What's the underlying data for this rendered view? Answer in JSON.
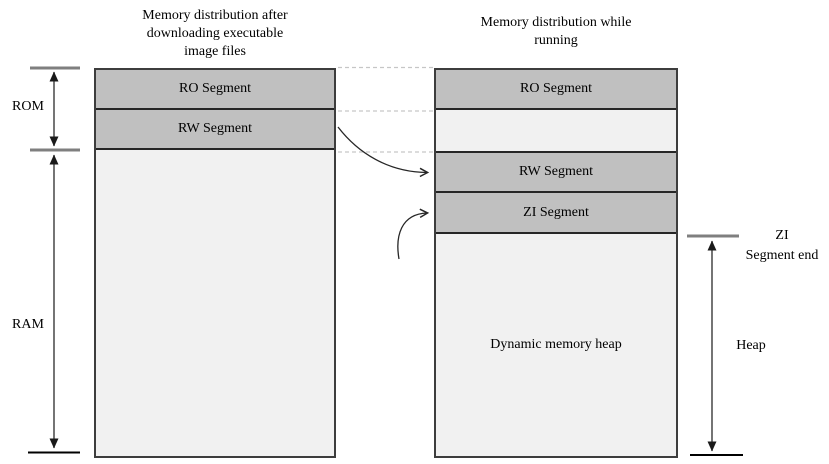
{
  "titles": {
    "left": "Memory distribution after\ndownloading executable\nimage files",
    "right": "Memory distribution while\nrunning"
  },
  "left_panel": {
    "segments": [
      {
        "name": "ro-segment",
        "label": "RO Segment"
      },
      {
        "name": "rw-segment",
        "label": "RW Segment"
      },
      {
        "name": "free-area",
        "label": ""
      }
    ]
  },
  "right_panel": {
    "segments": [
      {
        "name": "ro-segment",
        "label": "RO Segment"
      },
      {
        "name": "reserved-gap",
        "label": ""
      },
      {
        "name": "rw-segment",
        "label": "RW Segment"
      },
      {
        "name": "zi-segment",
        "label": "ZI Segment"
      },
      {
        "name": "dynamic-heap",
        "label": "Dynamic memory heap"
      }
    ]
  },
  "annotations": {
    "rom": "ROM",
    "ram": "RAM",
    "zi_segment_end": "ZI\nSegment end",
    "heap": "Heap"
  },
  "colors": {
    "segment_fill": "#c0c0c0",
    "empty_fill": "#f1f1f1",
    "box_border": "#3d3d3d",
    "inner_border": "#262626",
    "tick_gray": "#7f7f7f",
    "tick_black": "#000000",
    "measure_arrow": "#3a3a3a",
    "curved_arrow": "#262626",
    "dashed_line": "#c6c6c6",
    "text": "#000000"
  }
}
